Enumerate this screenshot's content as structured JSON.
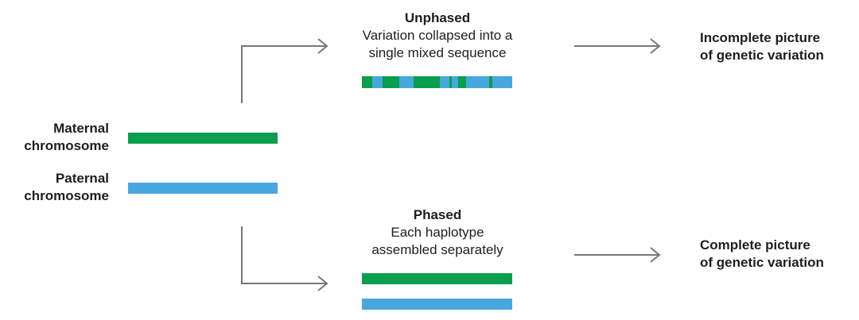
{
  "left": {
    "maternal": {
      "line1": "Maternal",
      "line2": "chromosome"
    },
    "paternal": {
      "line1": "Paternal",
      "line2": "chromosome"
    }
  },
  "unphased": {
    "title": "Unphased",
    "line1": "Variation collapsed into a",
    "line2": "single mixed sequence"
  },
  "phased": {
    "title": "Phased",
    "line1": "Each haplotype",
    "line2": "assembled separately"
  },
  "outcomes": {
    "incomplete": {
      "line1": "Incomplete picture",
      "line2": "of genetic variation"
    },
    "complete": {
      "line1": "Complete picture",
      "line2": "of genetic variation"
    }
  },
  "colors": {
    "maternal": "#0a9e4f",
    "paternal": "#46a8de",
    "arrow": "#777777",
    "text": "#1e1e1e"
  },
  "mixed_sequence": [
    "maternal",
    "paternal",
    "maternal",
    "paternal",
    "maternal",
    "paternal",
    "maternal",
    "paternal",
    "maternal",
    "paternal",
    "maternal",
    "paternal"
  ]
}
